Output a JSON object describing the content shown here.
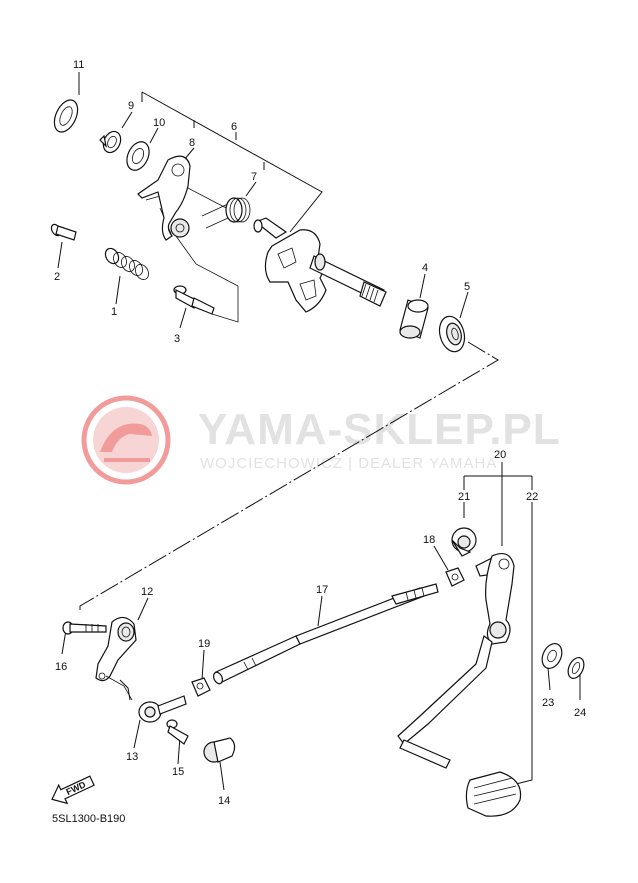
{
  "watermark": {
    "title": "YAMA-SKLEP.PL",
    "subtitle": "WOJCIECHOWICZ | DEALER YAMAHA",
    "logo_color": "#e84a4a",
    "text_color": "#e2e2e2"
  },
  "diagram_code": "5SL1300-B190",
  "fwd_label": "FWD",
  "callouts": {
    "c1": "1",
    "c2": "2",
    "c3": "3",
    "c4": "4",
    "c5": "5",
    "c6": "6",
    "c7": "7",
    "c8": "8",
    "c9": "9",
    "c10": "10",
    "c11": "11",
    "c12": "12",
    "c13": "13",
    "c14": "14",
    "c15": "15",
    "c16": "16",
    "c17": "17",
    "c18": "18",
    "c19": "19",
    "c20": "20",
    "c21": "21",
    "c22": "22",
    "c23": "23",
    "c24": "24"
  }
}
